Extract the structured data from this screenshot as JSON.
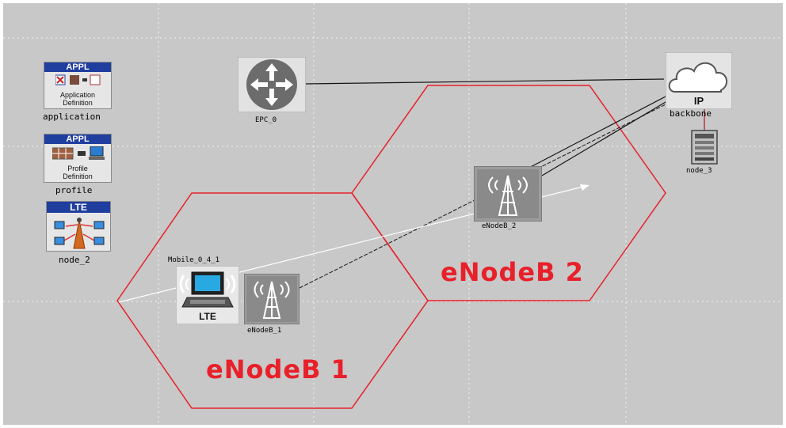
{
  "palette": {
    "canvas_bg": "#c8c8c8",
    "cell_border": "#e8202a",
    "black_link": "#141414",
    "white_link": "#ffffff",
    "cell_label": "#e8202a",
    "appl_header": "#1f3e9e"
  },
  "nodes": {
    "application": {
      "header": "APPL",
      "line1": "Application",
      "line2": "Definition",
      "label": "application"
    },
    "profile": {
      "header": "APPL",
      "line1": "Profile",
      "line2": "Definition",
      "label": "profile"
    },
    "lte_config": {
      "header": "LTE",
      "label": "node_2"
    },
    "epc": {
      "label": "EPC_0"
    },
    "ip_cloud": {
      "badge": "IP",
      "label": "backbone"
    },
    "server": {
      "label": "node_3"
    },
    "enodeb_2": {
      "label": "eNodeB_2"
    },
    "enodeb_1": {
      "label": "eNodeB_1"
    },
    "mobile": {
      "badge": "LTE",
      "label": "Mobile_0_4_1"
    }
  },
  "cells": {
    "cell_1": {
      "label": "eNodeB 1"
    },
    "cell_2": {
      "label": "eNodeB 2"
    }
  }
}
